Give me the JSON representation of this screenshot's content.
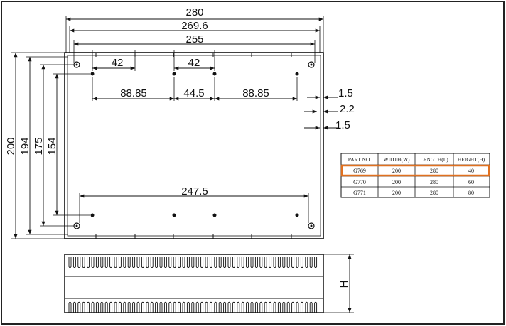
{
  "drawing": {
    "dimensions": {
      "top_280": "280",
      "top_269_6": "269.6",
      "top_255": "255",
      "hole_42_left": "42",
      "hole_42_mid": "42",
      "hole_88_85_left": "88.85",
      "hole_44_5": "44.5",
      "hole_88_85_right": "88.85",
      "right_1_5_top": "1.5",
      "right_2_2": "2.2",
      "right_1_5_bottom": "1.5",
      "bottom_247_5": "247.5",
      "left_200": "200",
      "left_194": "194",
      "left_175": "175",
      "left_154": "154",
      "side_height": "H"
    }
  },
  "parts_table": {
    "headers": [
      "PART NO.",
      "WIDTH(W)",
      "LENGTH(L)",
      "HEIGHT(H)"
    ],
    "rows": [
      [
        "G769",
        "200",
        "280",
        "40"
      ],
      [
        "G770",
        "200",
        "280",
        "60"
      ],
      [
        "G771",
        "200",
        "280",
        "80"
      ]
    ],
    "highlighted_row": 0,
    "highlight_color": "#e0701f"
  }
}
